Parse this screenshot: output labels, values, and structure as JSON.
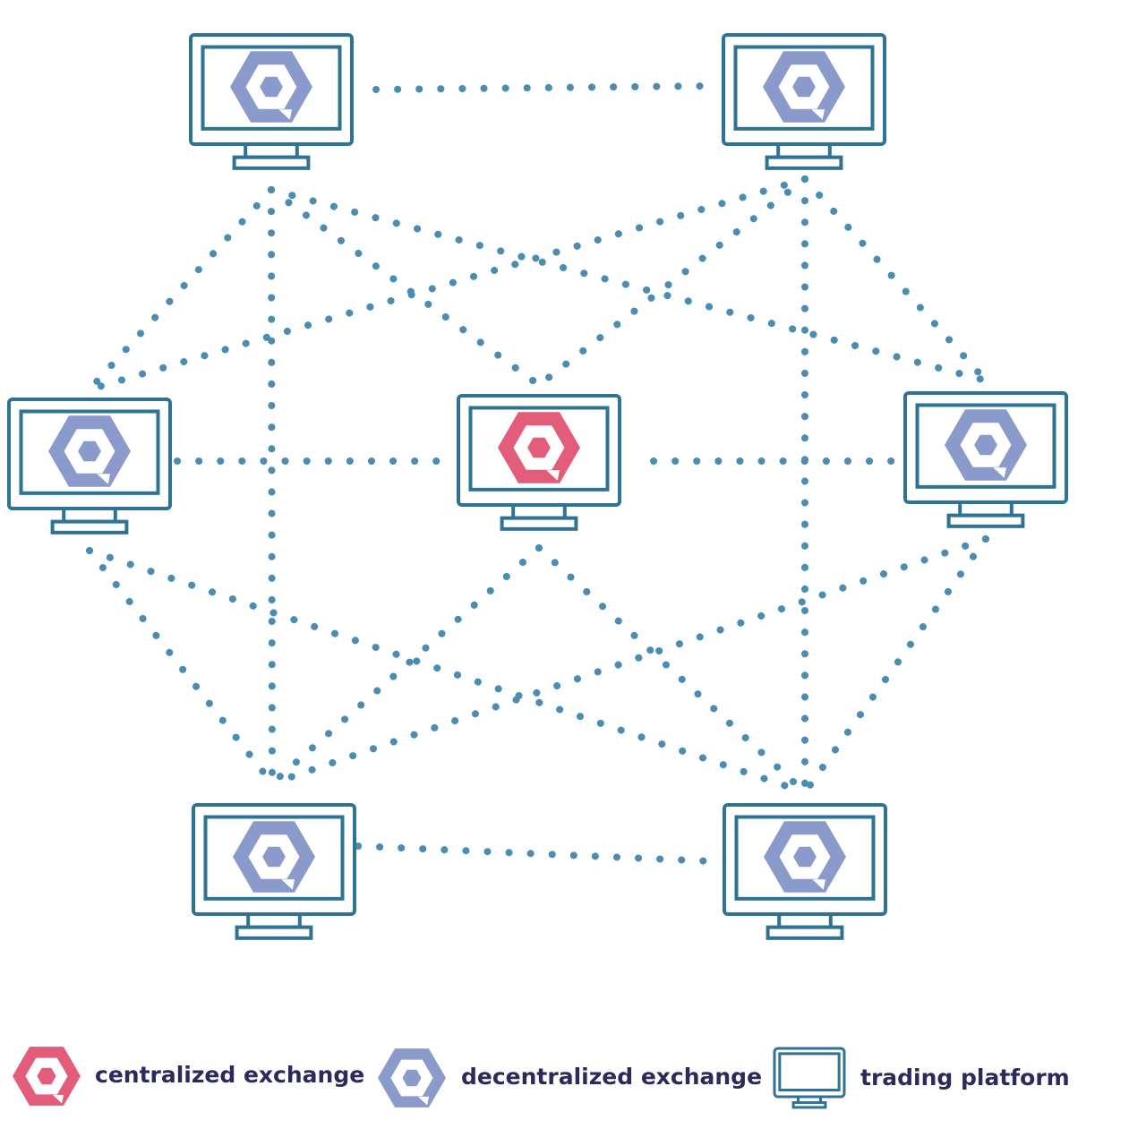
{
  "colors": {
    "platform_outline": "#2e7394",
    "connection_dots": "#4a8db0",
    "centralized_exchange": "#e04a6a",
    "decentralized_exchange": "#7d8fc4",
    "legend_text": "#2a2b5c",
    "background": "#ffffff"
  },
  "nodes": [
    {
      "id": "top-left",
      "exchange": "decentralized"
    },
    {
      "id": "top-right",
      "exchange": "decentralized"
    },
    {
      "id": "middle-left",
      "exchange": "decentralized"
    },
    {
      "id": "center",
      "exchange": "centralized"
    },
    {
      "id": "middle-right",
      "exchange": "decentralized"
    },
    {
      "id": "bottom-left",
      "exchange": "decentralized"
    },
    {
      "id": "bottom-right",
      "exchange": "decentralized"
    }
  ],
  "connections": [
    [
      "top-left",
      "top-right"
    ],
    [
      "top-left",
      "middle-left"
    ],
    [
      "top-left",
      "center"
    ],
    [
      "top-left",
      "middle-right"
    ],
    [
      "top-left",
      "bottom-left"
    ],
    [
      "top-right",
      "middle-left"
    ],
    [
      "top-right",
      "center"
    ],
    [
      "top-right",
      "middle-right"
    ],
    [
      "top-right",
      "bottom-right"
    ],
    [
      "middle-left",
      "center"
    ],
    [
      "middle-left",
      "bottom-left"
    ],
    [
      "middle-left",
      "bottom-right"
    ],
    [
      "center",
      "middle-right"
    ],
    [
      "center",
      "bottom-left"
    ],
    [
      "center",
      "bottom-right"
    ],
    [
      "middle-right",
      "bottom-left"
    ],
    [
      "middle-right",
      "bottom-right"
    ],
    [
      "bottom-left",
      "bottom-right"
    ]
  ],
  "legend": {
    "centralized_label": "centralized exchange",
    "decentralized_label": "decentralized exchange",
    "platform_label": "trading platform",
    "centralized_icon": "centralized-exchange-hexagon-icon",
    "decentralized_icon": "decentralized-exchange-hexagon-icon",
    "platform_icon": "monitor-icon"
  }
}
